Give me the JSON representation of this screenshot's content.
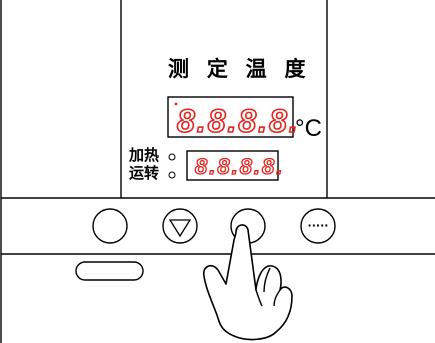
{
  "panel": {
    "title": "测 定 温 度",
    "measured_display": "8.8.8.8.",
    "unit": "°C",
    "heating_label": "加热",
    "running_label": "运转",
    "setpoint_display": "8.8.8.8.",
    "display_color": "#e8231e"
  },
  "controls": {
    "menu_button_glyph": "·····"
  }
}
